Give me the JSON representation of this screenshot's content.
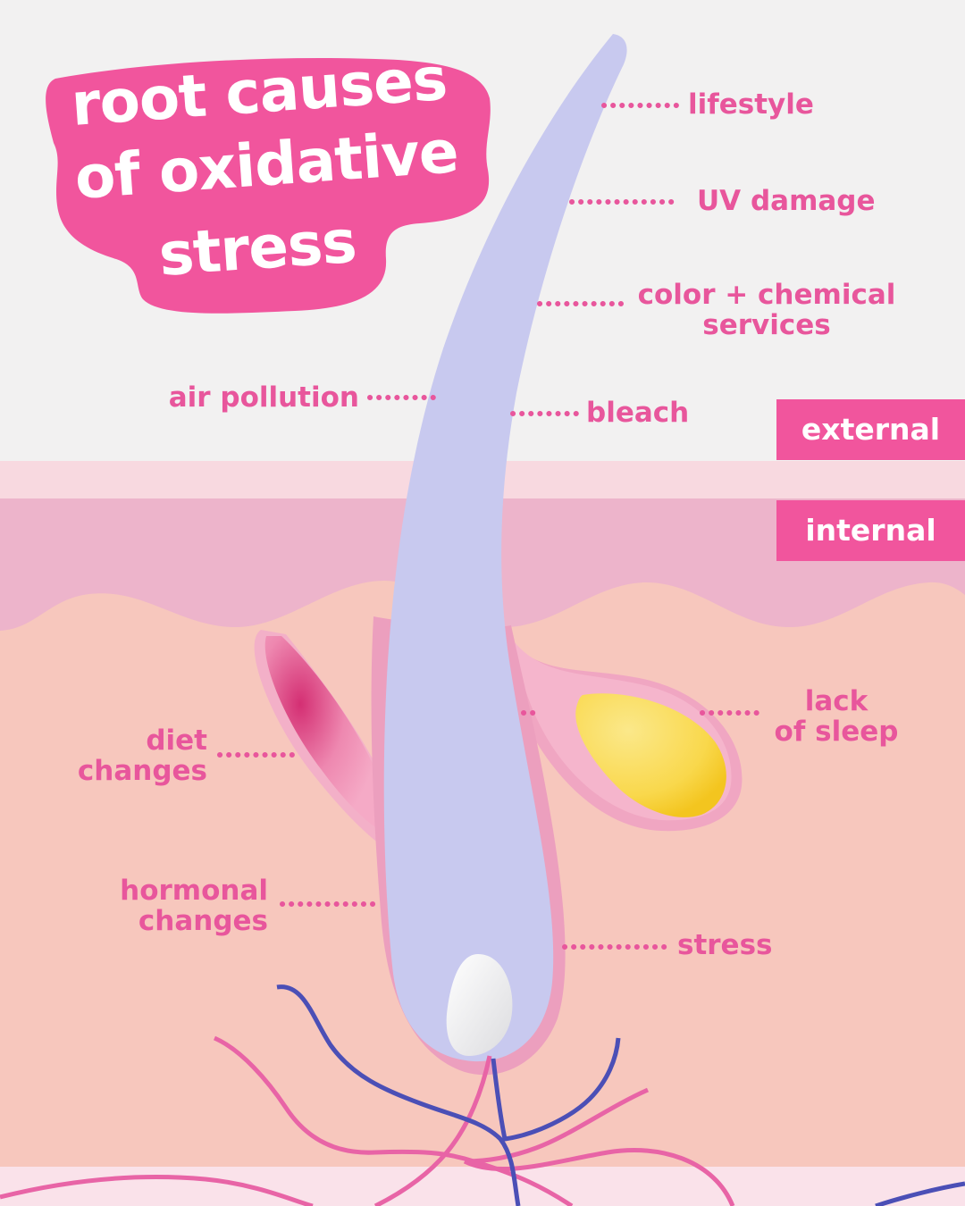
{
  "title": {
    "line1": "root causes",
    "line2": "of oxidative",
    "line3": "stress"
  },
  "tags": {
    "external": "external",
    "internal": "internal"
  },
  "external_causes": {
    "lifestyle": "lifestyle",
    "uv_damage": "UV damage",
    "color_chemical_line1": "color + chemical",
    "color_chemical_line2": "services",
    "air_pollution": "air pollution",
    "bleach": "bleach"
  },
  "internal_causes": {
    "diet_line1": "diet",
    "diet_line2": "changes",
    "lack_sleep_line1": "lack",
    "lack_sleep_line2": "of sleep",
    "hormonal_line1": "hormonal",
    "hormonal_line2": "changes",
    "stress": "stress"
  },
  "colors": {
    "brand_pink": "#f1559d",
    "label_pink": "#e8569c",
    "background": "#f2f1f1",
    "hair": "#c8c9ef",
    "skin_top": "#f0b2c9",
    "dermis": "#f7c7bd",
    "sebum": "#f9d54d",
    "blue_vessel": "#4b4fb6"
  }
}
